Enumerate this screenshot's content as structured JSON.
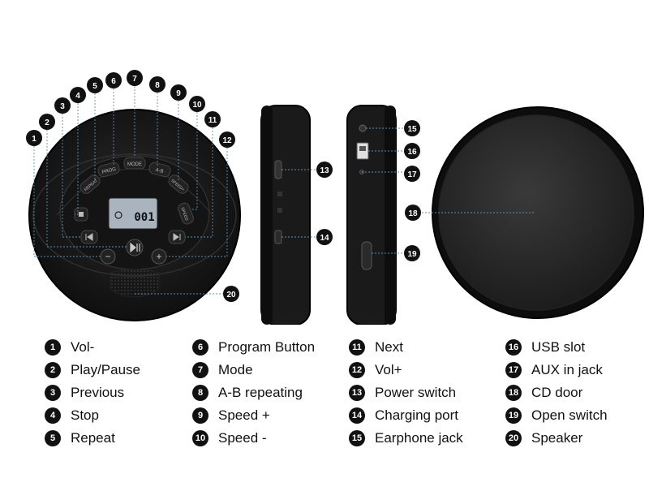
{
  "device": {
    "lcd_text": "001",
    "lcd_icon": "cd-icon",
    "button_labels": {
      "prog": "PROG",
      "mode": "MODE",
      "ab": "A-B",
      "repeat": "REPEAT",
      "speed_plus": "SPEED+",
      "speed": "SPEED",
      "stop_icon": "stop-icon",
      "prev_icon": "previous-icon",
      "next_icon": "next-icon",
      "play_icon": "play-pause-icon",
      "vol_minus": "−",
      "vol_plus": "+"
    }
  },
  "callouts": [
    "1",
    "2",
    "3",
    "4",
    "5",
    "6",
    "7",
    "8",
    "9",
    "10",
    "11",
    "12",
    "13",
    "14",
    "15",
    "16",
    "17",
    "18",
    "19",
    "20"
  ],
  "legend": [
    {
      "num": "1",
      "label": "Vol-"
    },
    {
      "num": "2",
      "label": "Play/Pause"
    },
    {
      "num": "3",
      "label": "Previous"
    },
    {
      "num": "4",
      "label": "Stop"
    },
    {
      "num": "5",
      "label": "Repeat"
    },
    {
      "num": "6",
      "label": "Program Button"
    },
    {
      "num": "7",
      "label": "Mode"
    },
    {
      "num": "8",
      "label": "A-B repeating"
    },
    {
      "num": "9",
      "label": "Speed +"
    },
    {
      "num": "10",
      "label": "Speed -"
    },
    {
      "num": "11",
      "label": "Next"
    },
    {
      "num": "12",
      "label": "Vol+"
    },
    {
      "num": "13",
      "label": "Power switch"
    },
    {
      "num": "14",
      "label": "Charging port"
    },
    {
      "num": "15",
      "label": "Earphone jack"
    },
    {
      "num": "16",
      "label": "USB slot"
    },
    {
      "num": "17",
      "label": "AUX in jack"
    },
    {
      "num": "18",
      "label": "CD door"
    },
    {
      "num": "19",
      "label": "Open switch"
    },
    {
      "num": "20",
      "label": "Speaker"
    }
  ],
  "colors": {
    "device_body": "#1a1a1a",
    "accent_screen": "#a9b4bf",
    "badge": "#111111"
  }
}
